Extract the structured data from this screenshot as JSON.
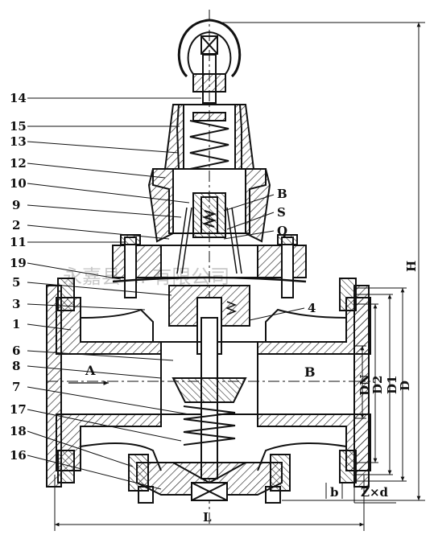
{
  "part_numbers": {
    "left": [
      "14",
      "15",
      "13",
      "12",
      "10",
      "9",
      "2",
      "11",
      "19",
      "5",
      "3",
      "1",
      "6",
      "8",
      "7",
      "17",
      "18",
      "16"
    ],
    "right": [
      "B",
      "S",
      "Q",
      "4"
    ]
  },
  "flow": {
    "inlet": "A",
    "outlet": "B"
  },
  "dimensions": {
    "dn": "DN",
    "d2": "D2",
    "d1": "D1",
    "d": "D",
    "height": "H",
    "length": "L",
    "flange_thickness": "b",
    "bolt_holes": "Z×d"
  },
  "watermark": "永嘉县 … 有限公司",
  "colors": {
    "ink": "#111111",
    "hatch": "#222222",
    "watermark": "#9a9a9a"
  }
}
